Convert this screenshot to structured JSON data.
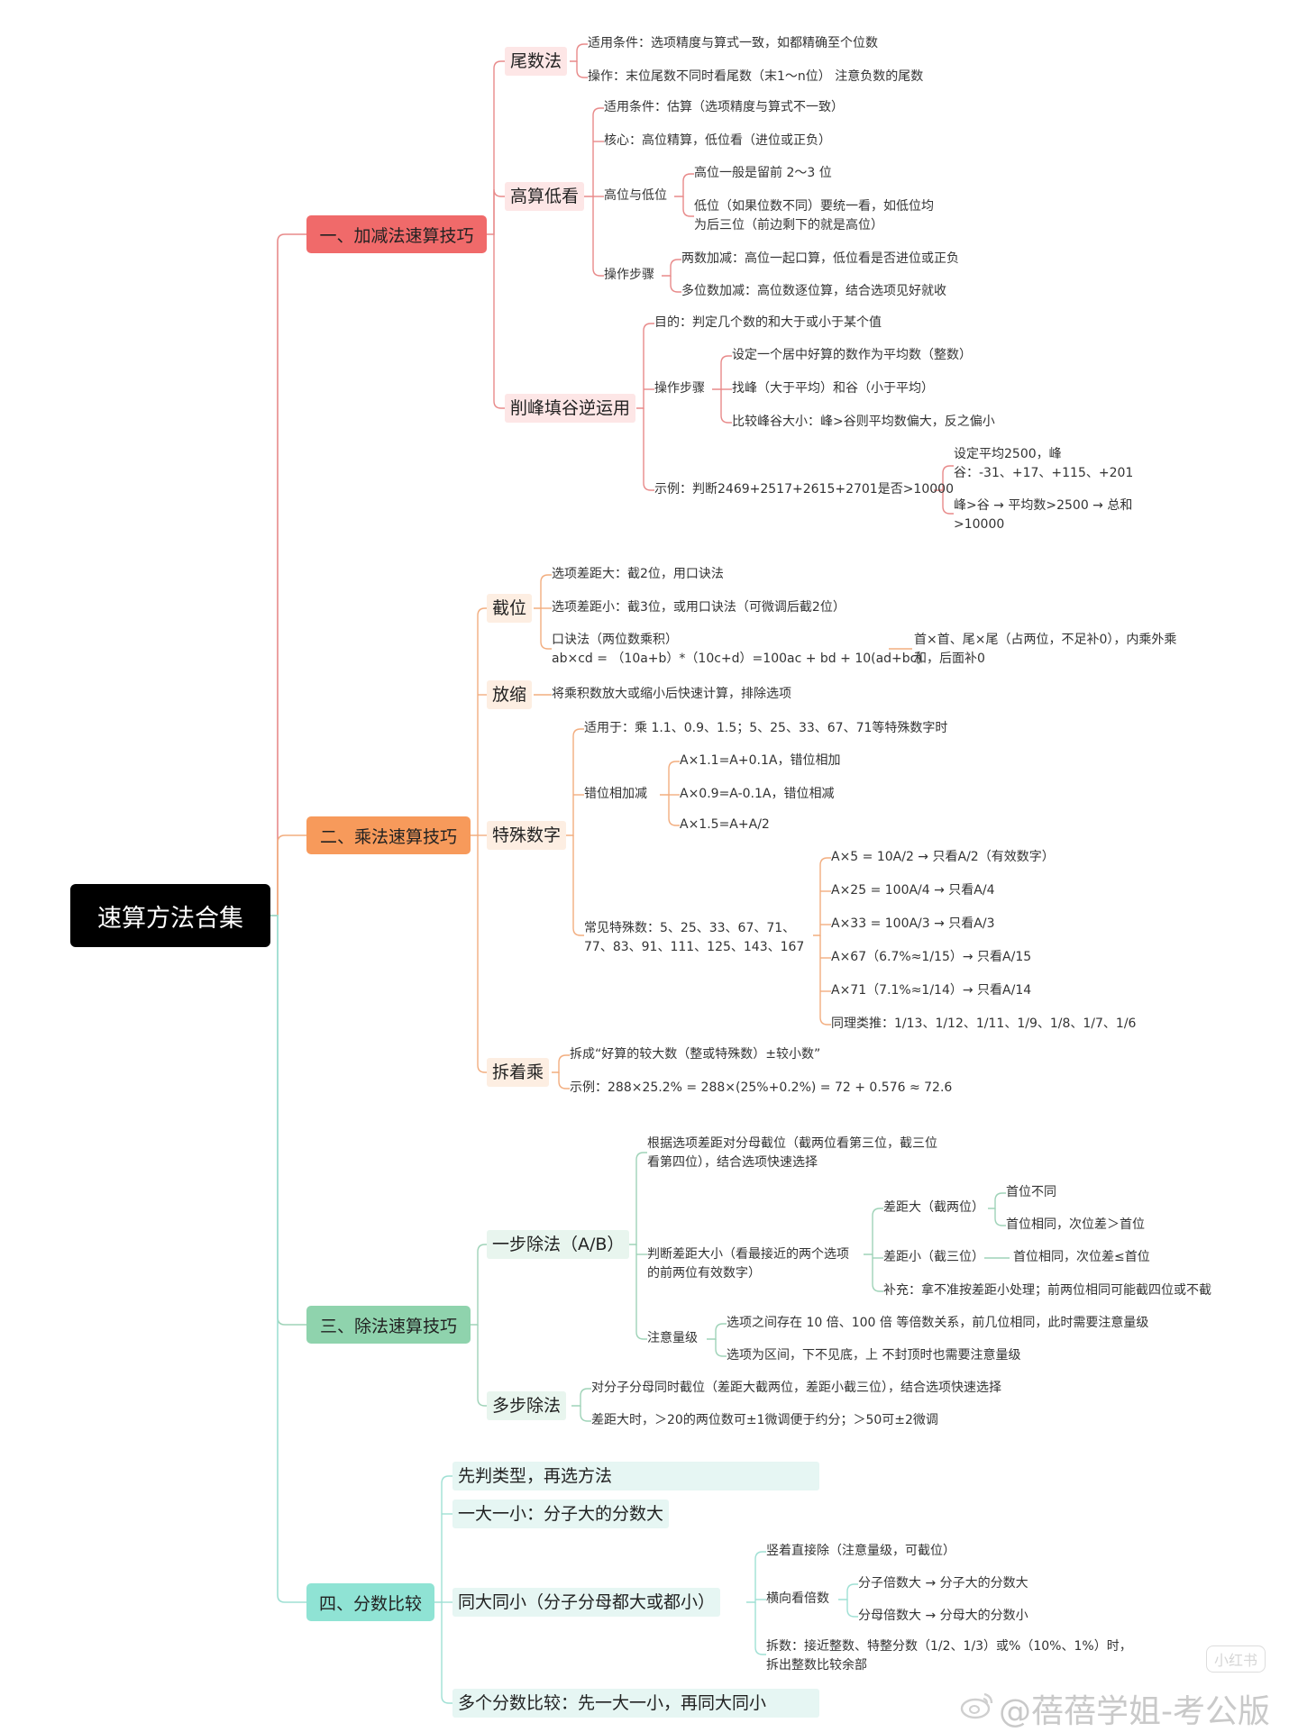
{
  "root": "速算方法合集",
  "branches": {
    "b1": "一、加减法速算技巧",
    "b2": "二、乘法速算技巧",
    "b3": "三、除法速算技巧",
    "b4": "四、分数比较"
  },
  "s1": {
    "weishu": {
      "title": "尾数法",
      "cond": "适用条件：选项精度与算式一致，如都精确至个位数",
      "op": "操作：末位尾数不同时看尾数（末1～n位） 注意负数的尾数"
    },
    "gaosuan": {
      "title": "高算低看",
      "cond": "适用条件：估算（选项精度与算式不一致）",
      "core": "核心：高位精算，低位看（进位或正负）",
      "hl": "高位与低位",
      "hl1": "高位一般是留前 2～3 位",
      "hl2": "低位（如果位数不同）要统一看，如低位均\n为后三位（前边剩下的就是高位）",
      "steps": "操作步骤",
      "st1": "两数加减：高位一起口算，低位看是否进位或正负",
      "st2": "多位数加减：高位数逐位算，结合选项见好就收"
    },
    "xiaofeng": {
      "title": "削峰填谷逆运用",
      "goal": "目的：判定几个数的和大于或小于某个值",
      "steps": "操作步骤",
      "st1": "设定一个居中好算的数作为平均数（整数）",
      "st2": "找峰（大于平均）和谷（小于平均）",
      "st3": "比较峰谷大小：峰>谷则平均数偏大，反之偏小",
      "ex": "示例：判断2469+2517+2615+2701是否>10000",
      "ex1": "设定平均2500，峰\n谷：-31、+17、+115、+201",
      "ex2": "峰>谷 → 平均数>2500 → 总和\n>10000"
    }
  },
  "s2": {
    "jiewei": {
      "title": "截位",
      "a": "选项差距大：截2位，用口诀法",
      "b": "选项差距小：截3位，或用口诀法（可微调后截2位）",
      "c": "口诀法（两位数乘积）\nab×cd = （10a+b）*（10c+d）=100ac + bd + 10(ad+bc)",
      "c1": "首×首、尾×尾（占两位，不足补0），内乘外乘\n和，后面补0"
    },
    "fangsuo": {
      "title": "放缩",
      "a": "将乘积数放大或缩小后快速计算，排除选项"
    },
    "teshu": {
      "title": "特殊数字",
      "use": "适用于：乘 1.1、0.9、1.5；5、25、33、67、71等特殊数字时",
      "cw": "错位相加减",
      "cw1": "A×1.1=A+0.1A，错位相加",
      "cw2": "A×0.9=A-0.1A，错位相减",
      "cw3": "A×1.5=A+A/2",
      "cj": "常见特殊数：5、25、33、67、71、\n77、83、91、111、125、143、167",
      "cj1": "A×5 = 10A/2 → 只看A/2（有效数字）",
      "cj2": "A×25 = 100A/4 → 只看A/4",
      "cj3": "A×33 = 100A/3 → 只看A/3",
      "cj4": "A×67（6.7%≈1/15）→ 只看A/15",
      "cj5": "A×71（7.1%≈1/14）→ 只看A/14",
      "cj6": "同理类推：1/13、1/12、1/11、1/9、1/8、1/7、1/6"
    },
    "chai": {
      "title": "拆着乘",
      "a": "拆成“好算的较大数（整或特殊数）±较小数”",
      "b": "示例：288×25.2% = 288×(25%+0.2%) = 72 + 0.576 ≈ 72.6"
    }
  },
  "s3": {
    "yibu": {
      "title": "一步除法（A/B）",
      "a": "根据选项差距对分母截位（截两位看第三位，截三位\n看第四位），结合选项快速选择",
      "b": "判断差距大小（看最接近的两个选项\n的前两位有效数字）",
      "bd": "差距大（截两位）",
      "bd1": "首位不同",
      "bd2": "首位相同，次位差＞首位",
      "bx": "差距小（截三位）",
      "bx1": "首位相同，次位差≤首位",
      "bc": "补充：拿不准按差距小处理；前两位相同可能截四位或不截",
      "c": "注意量级",
      "c1": "选项之间存在 10 倍、100 倍 等倍数关系，前几位相同，此时需要注意量级",
      "c2": "选项为区间，下不见底，上 不封顶时也需要注意量级"
    },
    "duobu": {
      "title": "多步除法",
      "a": "对分子分母同时截位（差距大截两位，差距小截三位），结合选项快速选择",
      "b": "差距大时，＞20的两位数可±1微调便于约分；＞50可±2微调"
    }
  },
  "s4": {
    "a": "先判类型，再选方法",
    "b": "一大一小：分子大的分数大",
    "c": "同大同小（分子分母都大或都小）",
    "c1": "竖着直接除（注意量级，可截位）",
    "c2": "横向看倍数",
    "c21": "分子倍数大 → 分子大的分数大",
    "c22": "分母倍数大 → 分母大的分数小",
    "c3": "拆数：接近整数、特整分数（1/2、1/3）或%（10%、1%）时，\n拆出整数比较余部",
    "d": "多个分数比较：先一大一小，再同大同小"
  },
  "watermark": "@蓓蓓学姐-考公版",
  "watermark_small": "小红书",
  "colors": {
    "red": "#f06a6a",
    "orange": "#f79a5b",
    "green": "#8fd3ad",
    "teal": "#8fe3d4",
    "line_red": "#e88a8a",
    "line_orange": "#f2ad7f",
    "line_green": "#9fd3b8",
    "line_teal": "#9fe0d4"
  }
}
